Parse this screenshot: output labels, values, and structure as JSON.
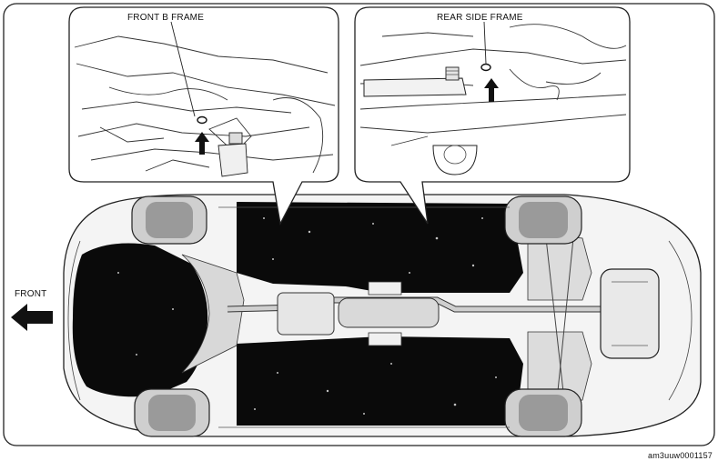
{
  "labels": {
    "front_b_frame": "FRONT B FRAME",
    "rear_side_frame": "REAR SIDE FRAME",
    "front": "FRONT",
    "figure_id": "am3uuw0001157"
  },
  "icons": {
    "front_arrow": "left-arrow-icon",
    "jack_point_arrows": "up-arrow-icon"
  }
}
